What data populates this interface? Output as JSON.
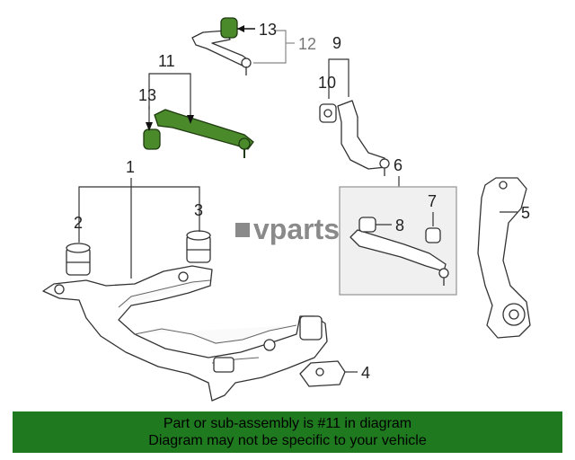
{
  "callouts": {
    "c1": "1",
    "c2": "2",
    "c3": "3",
    "c4": "4",
    "c5": "5",
    "c6": "6",
    "c7": "7",
    "c8": "8",
    "c9": "9",
    "c10": "10",
    "c11": "11",
    "c12": "12",
    "c13_top": "13",
    "c13_left": "13"
  },
  "watermark": {
    "text": "vparts"
  },
  "banner": {
    "line1": "Part or sub-assembly is #11 in diagram",
    "line2": "Diagram may not be specific to your vehicle"
  },
  "colors": {
    "highlight": "#4a8a2a",
    "banner_bg": "#1f7a1f",
    "subassembly_box": "#f0f0f0"
  }
}
